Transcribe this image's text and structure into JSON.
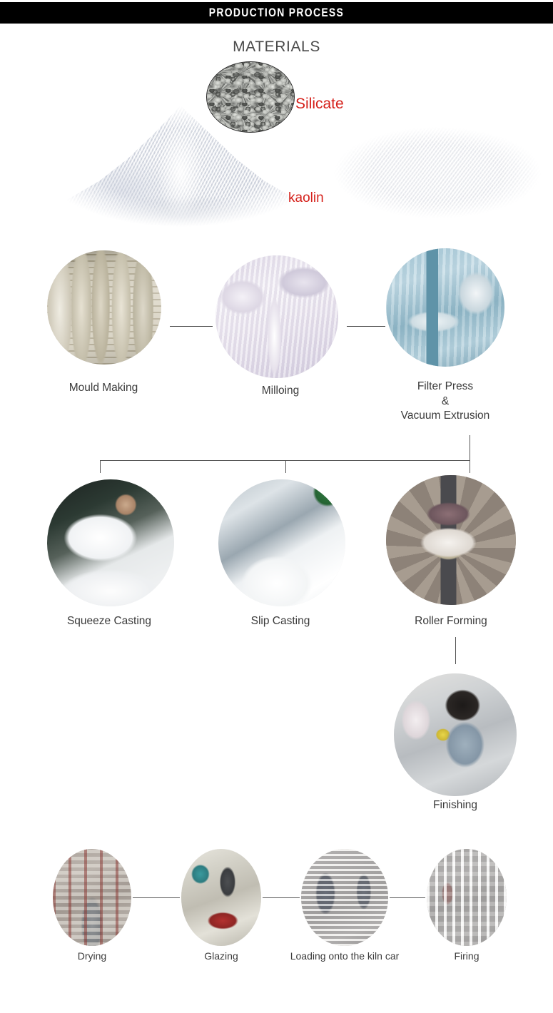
{
  "header": {
    "title": "PRODUCTION PROCESS",
    "bar_color": "#000000",
    "text_color": "#ffffff"
  },
  "materials": {
    "title": "MATERIALS",
    "accent_color": "#d5201a",
    "items": [
      {
        "label": "Silicate",
        "image": "silicate-gravel-oval"
      },
      {
        "label": "kaolin",
        "image": "kaolin-powder-cone"
      },
      {
        "label": "",
        "image": "white-powder-mound"
      }
    ]
  },
  "flow": {
    "row1": [
      {
        "label": "Mould Making",
        "image": "mould-making-photo"
      },
      {
        "label": "Milloing",
        "image": "milling-photo"
      },
      {
        "label": "Filter Press\n&\nVacuum Extrusion",
        "line1": "Filter Press",
        "line2": "&",
        "line3": "Vacuum Extrusion",
        "image": "filter-press-photo"
      }
    ],
    "row2": [
      {
        "label": "Squeeze Casting",
        "image": "squeeze-casting-photo"
      },
      {
        "label": "Slip Casting",
        "image": "slip-casting-photo"
      },
      {
        "label": "Roller Forming",
        "image": "roller-forming-photo"
      }
    ],
    "row3": [
      {
        "label": "Finishing",
        "image": "finishing-photo"
      }
    ],
    "row4": [
      {
        "label": "Drying",
        "image": "drying-photo"
      },
      {
        "label": "Glazing",
        "image": "glazing-photo"
      },
      {
        "label": "Loading onto the kiln car",
        "image": "kiln-car-photo"
      },
      {
        "label": "Firing",
        "image": "firing-photo"
      }
    ]
  },
  "colors": {
    "background": "#ffffff",
    "label_text": "#3b3b3b",
    "connector": "#555555"
  }
}
